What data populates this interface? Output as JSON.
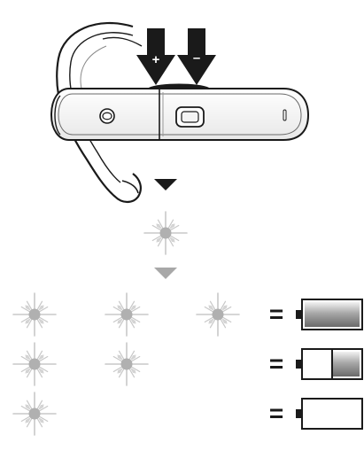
{
  "diagram": {
    "volume_up_symbol": "+",
    "volume_down_symbol": "–",
    "equals_symbol": "=",
    "battery_levels": [
      {
        "flashes": 3,
        "fill_fraction": 1.0
      },
      {
        "flashes": 2,
        "fill_fraction": 0.5
      },
      {
        "flashes": 1,
        "fill_fraction": 0.0
      }
    ],
    "icons": [
      "headset-icon",
      "arrow-down-icon",
      "light-flash-icon",
      "battery-icon"
    ],
    "colors": {
      "ink": "#1a1a1a",
      "light_gray": "#c8c8c8",
      "mid_gray": "#9a9a9a",
      "flash_core": "#b0b0b0"
    }
  }
}
